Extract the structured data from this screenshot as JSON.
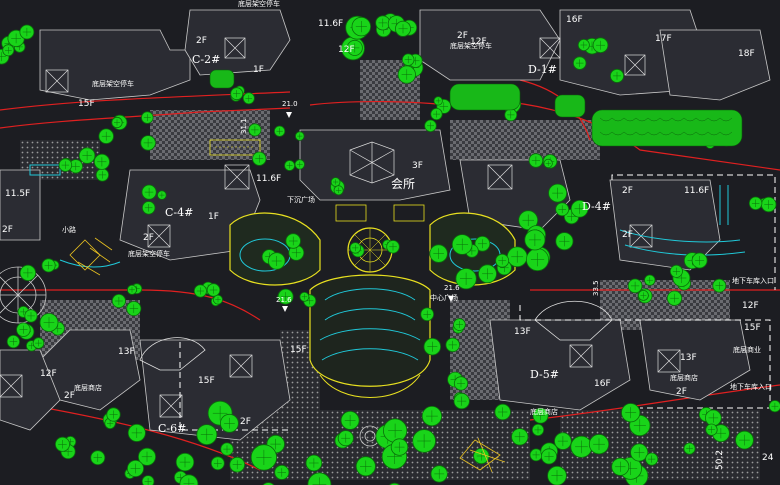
{
  "drawing": {
    "clubhouse": "会所",
    "clubhouse_floors": "3F",
    "buildings": [
      {
        "id": "C-2#",
        "floors": [
          "2F",
          "15F",
          "1F"
        ]
      },
      {
        "id": "D-1#",
        "floors": [
          "16F",
          "17F",
          "18F",
          "2F"
        ]
      },
      {
        "id": "C-4#",
        "floors": [
          "11.6F",
          "1F",
          "2F"
        ]
      },
      {
        "id": "D-4#",
        "floors": [
          "2F",
          "11.6F",
          "2F"
        ]
      },
      {
        "id": "C-6#",
        "floors": [
          "13F",
          "12F",
          "15F",
          "2F",
          "2F"
        ]
      },
      {
        "id": "D-5#",
        "floors": [
          "12F",
          "13F",
          "16F",
          "15F",
          "2F"
        ]
      }
    ],
    "labels": {
      "parking_ground_floor": "底层架空停车",
      "shop_ground_floor": "底层商业",
      "shop_ground_floor_alt": "底层商店",
      "basement_entrance": "地下车库入口",
      "central_plaza": "中心广场",
      "lower_plaza": "下沉广场",
      "side_path": "小路"
    },
    "dimensions": [
      "21.0",
      "31.1",
      "21.6",
      "21.6",
      "33.5",
      "50.2",
      "24"
    ],
    "floor_marks": [
      "2F",
      "12F",
      "11.5F",
      "2F",
      "12F",
      "11.6F",
      "2F",
      "2F",
      "13F",
      "12F",
      "2F",
      "15F",
      "12F",
      "13F",
      "2F",
      "2F",
      "16F",
      "15F",
      "2F",
      "2F",
      "12F",
      "2F"
    ]
  },
  "colors": {
    "background": "#1c1d22",
    "tree": "#19d419",
    "tree_line": "#0a6e0a",
    "road_border": "#e02020",
    "yellow_line": "#e8e020",
    "cyan_water": "#20c8d8",
    "building_fill": "#2b2c33",
    "hatch": "#8a8a8a",
    "white": "#ffffff"
  }
}
